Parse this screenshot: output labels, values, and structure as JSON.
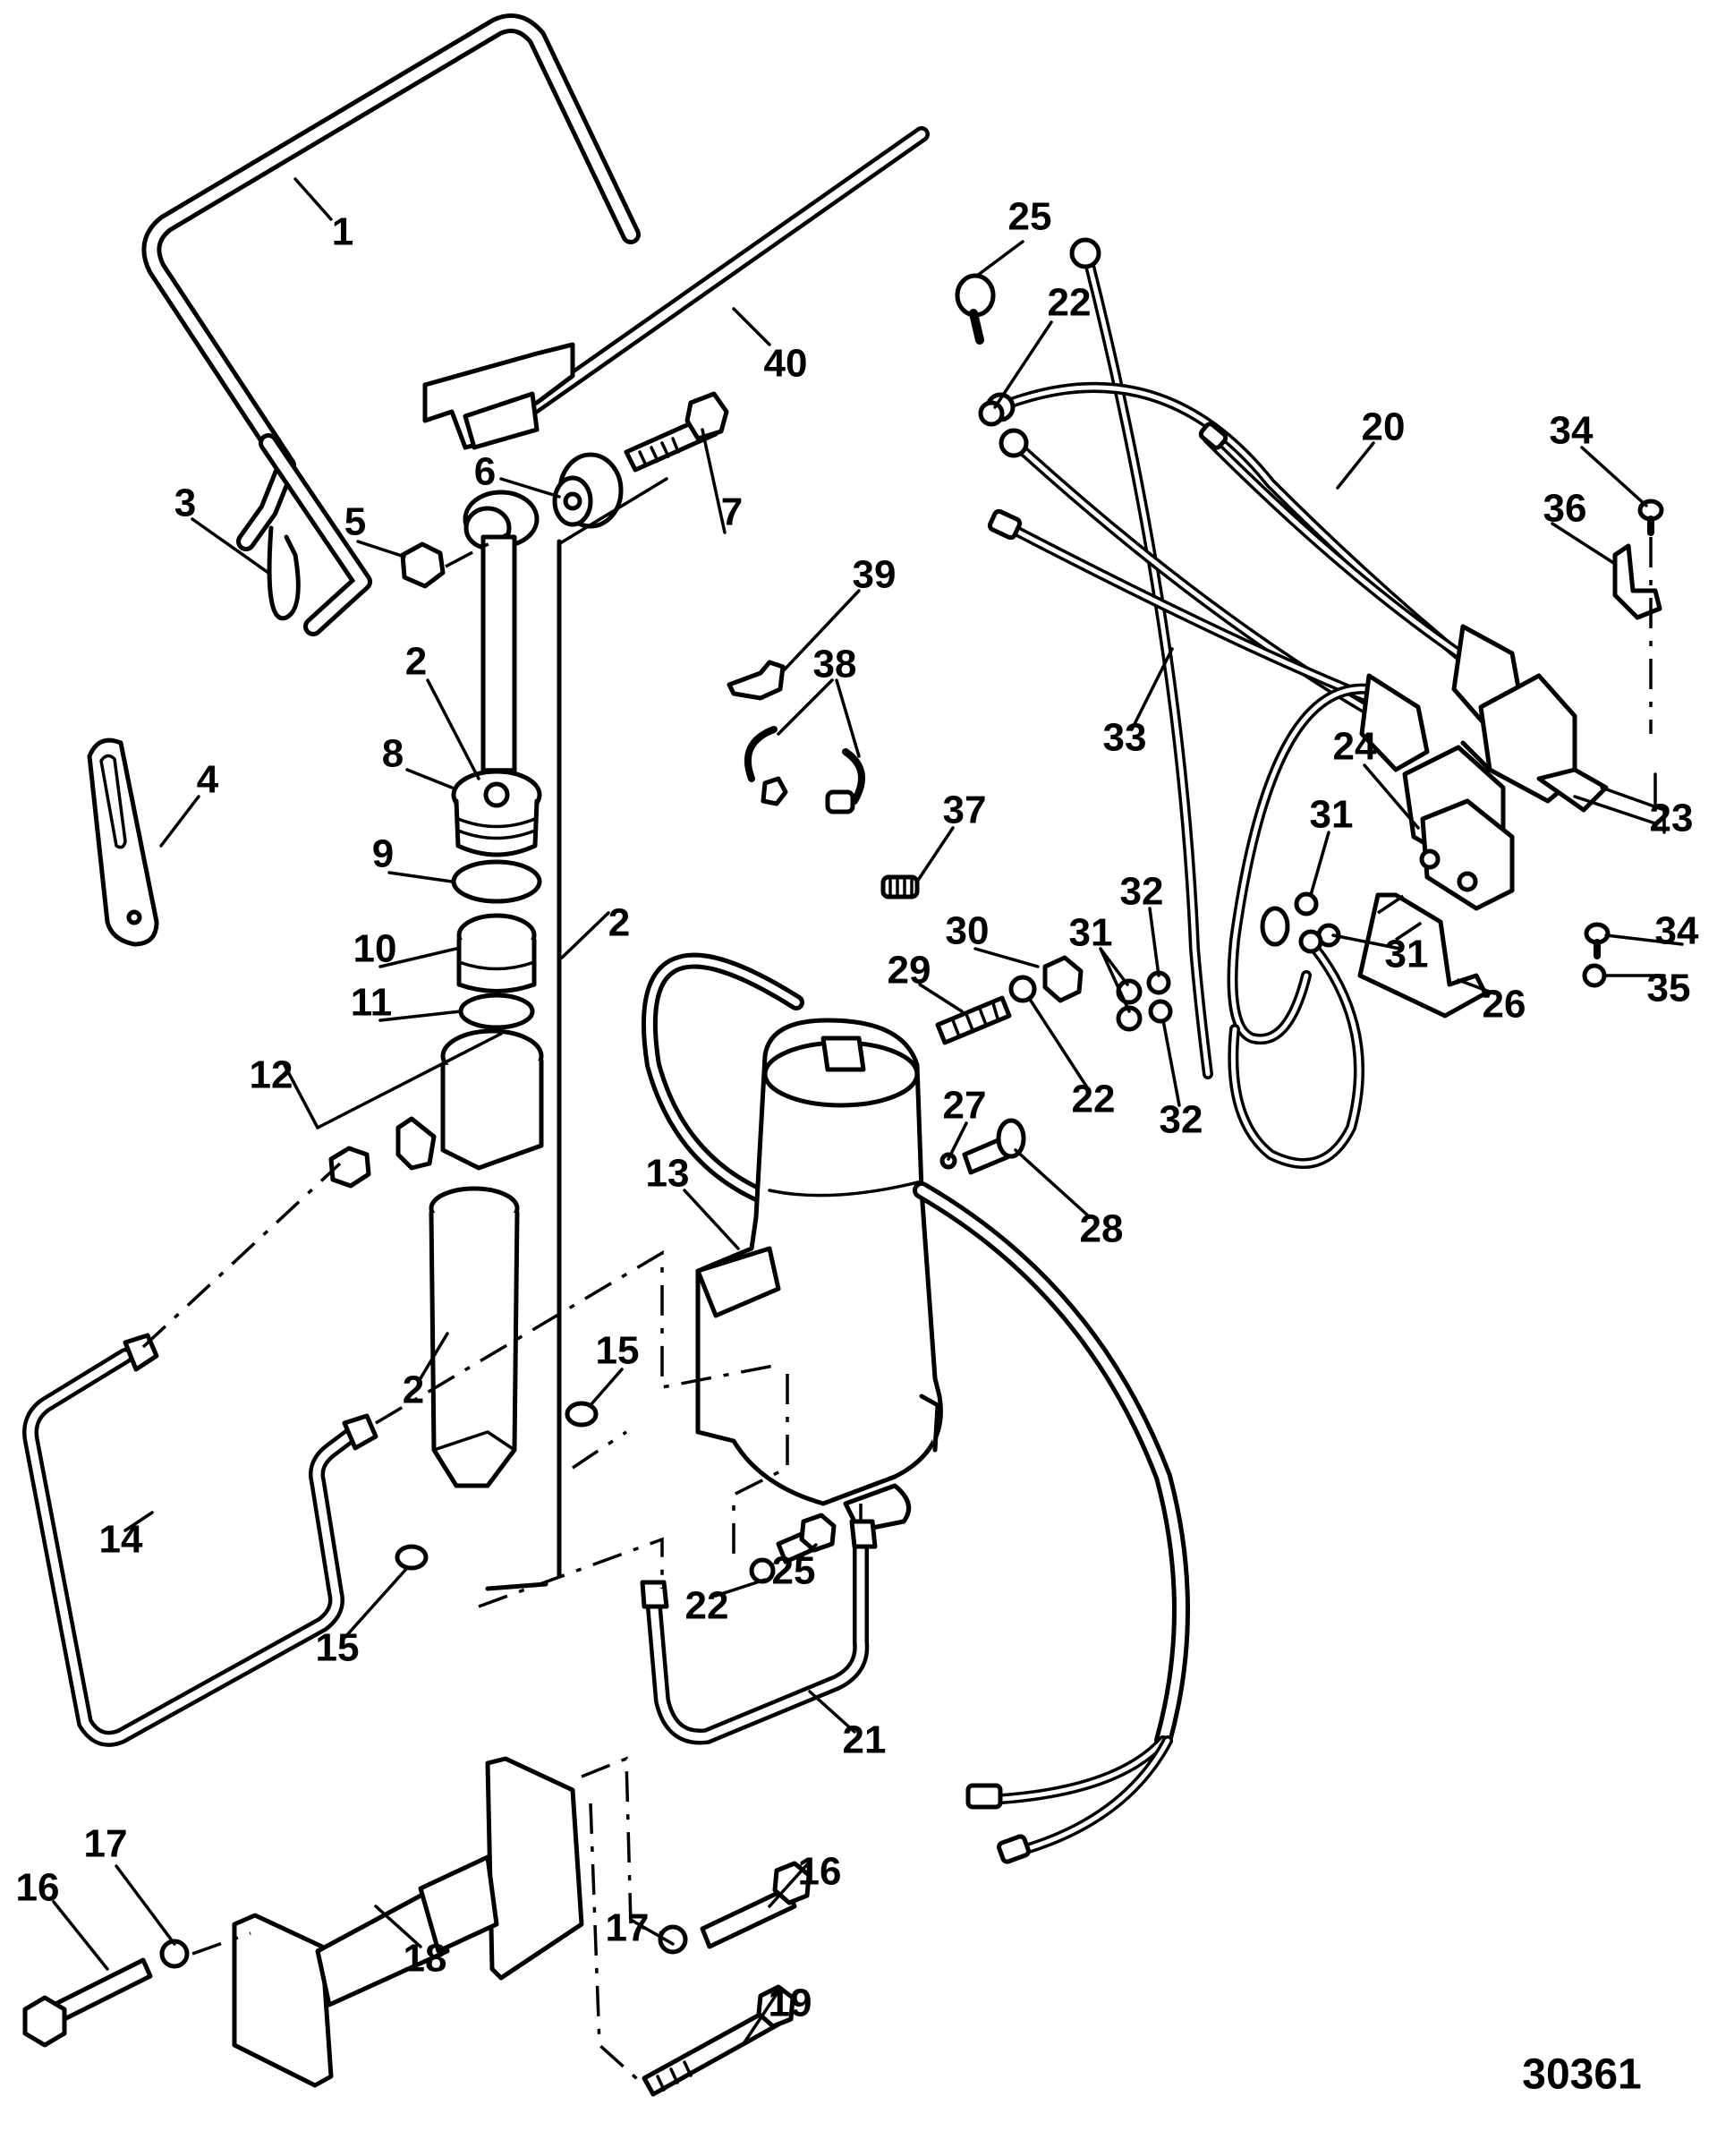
{
  "diagram": {
    "drawing_number": "30361",
    "callouts": {
      "c1": "1",
      "c2a": "2",
      "c2b": "2",
      "c2c": "2",
      "c3": "3",
      "c4": "4",
      "c5": "5",
      "c6": "6",
      "c7": "7",
      "c8": "8",
      "c9": "9",
      "c10": "10",
      "c11": "11",
      "c12": "12",
      "c13": "13",
      "c14": "14",
      "c15a": "15",
      "c15b": "15",
      "c16a": "16",
      "c16b": "16",
      "c17a": "17",
      "c17b": "17",
      "c18": "18",
      "c19": "19",
      "c20": "20",
      "c21": "21",
      "c22a": "22",
      "c22b": "22",
      "c22c": "22",
      "c23": "23",
      "c24": "24",
      "c25a": "25",
      "c25b": "25",
      "c26": "26",
      "c27": "27",
      "c28": "28",
      "c29": "29",
      "c30": "30",
      "c31a": "31",
      "c31b": "31",
      "c31c": "31",
      "c32a": "32",
      "c32b": "32",
      "c33": "33",
      "c34a": "34",
      "c34b": "34",
      "c35": "35",
      "c36": "36",
      "c37": "37",
      "c38": "38",
      "c39": "39",
      "c40": "40"
    }
  }
}
